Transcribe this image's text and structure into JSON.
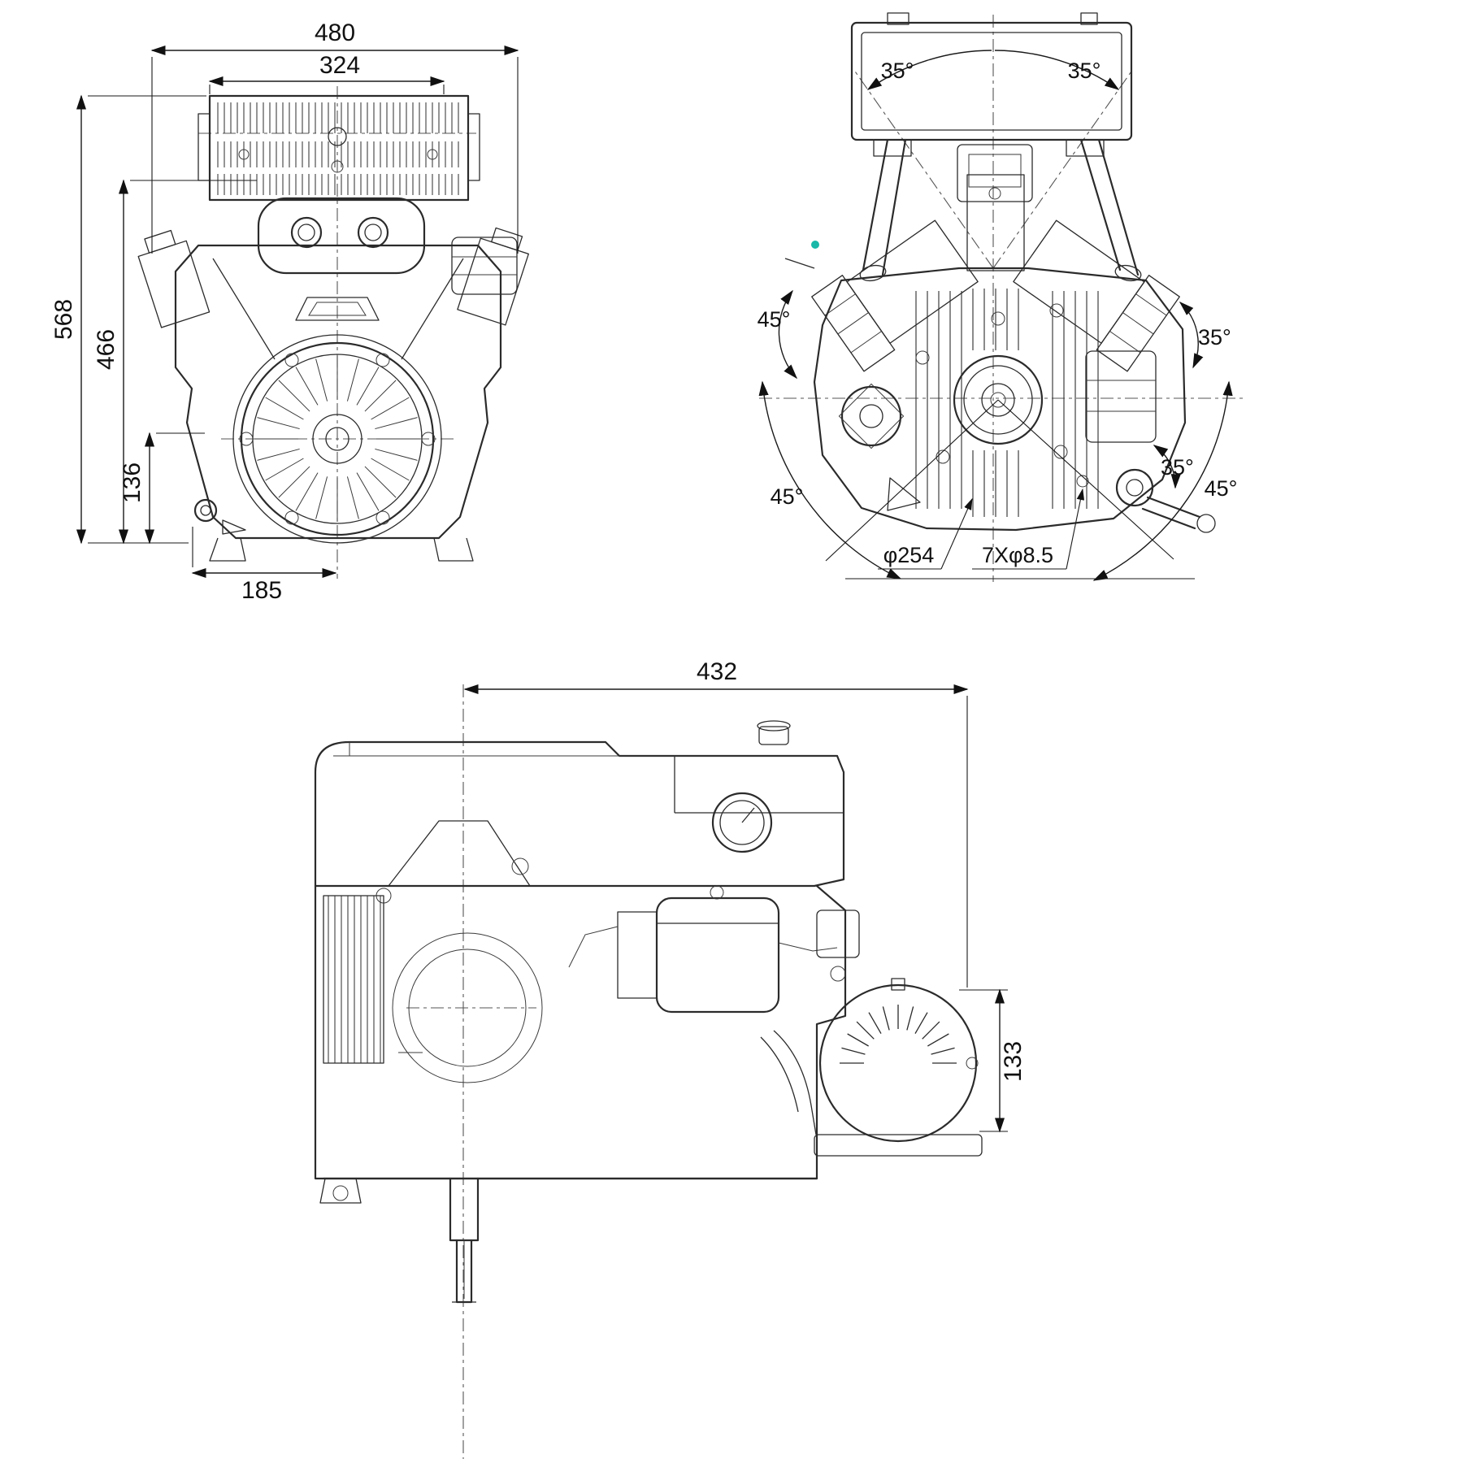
{
  "drawing": {
    "background": "#ffffff",
    "line_color": "#2b2b2b",
    "accent_color": "#19b8a8",
    "views": {
      "front": {
        "dims": {
          "overall_width": "480",
          "muffler_width": "324",
          "overall_height": "568",
          "body_height": "466",
          "crank_height": "136",
          "crank_offset": "185"
        }
      },
      "fan": {
        "dims": {
          "cyl_angle_left": "35°",
          "cyl_angle_right": "35°",
          "mount_angle_left": "45°",
          "mount_angle_right": "35°",
          "pto_angle": "35°",
          "base_angle_left": "45°",
          "base_angle_right": "45°",
          "flywheel_dia": "φ254",
          "bolt_holes": "7Xφ8.5"
        }
      },
      "side": {
        "dims": {
          "overall_length": "432",
          "starter_height": "133"
        }
      }
    }
  }
}
